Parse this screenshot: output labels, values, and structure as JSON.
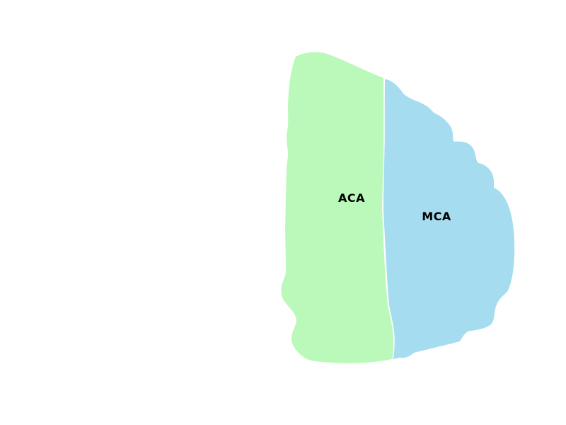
{
  "diagram": {
    "regions": [
      {
        "id": "aca",
        "label": "ACA",
        "color": "#baf9ba"
      },
      {
        "id": "mca",
        "label": "MCA",
        "color": "#a6dcf0"
      }
    ],
    "background": "#ffffff"
  }
}
